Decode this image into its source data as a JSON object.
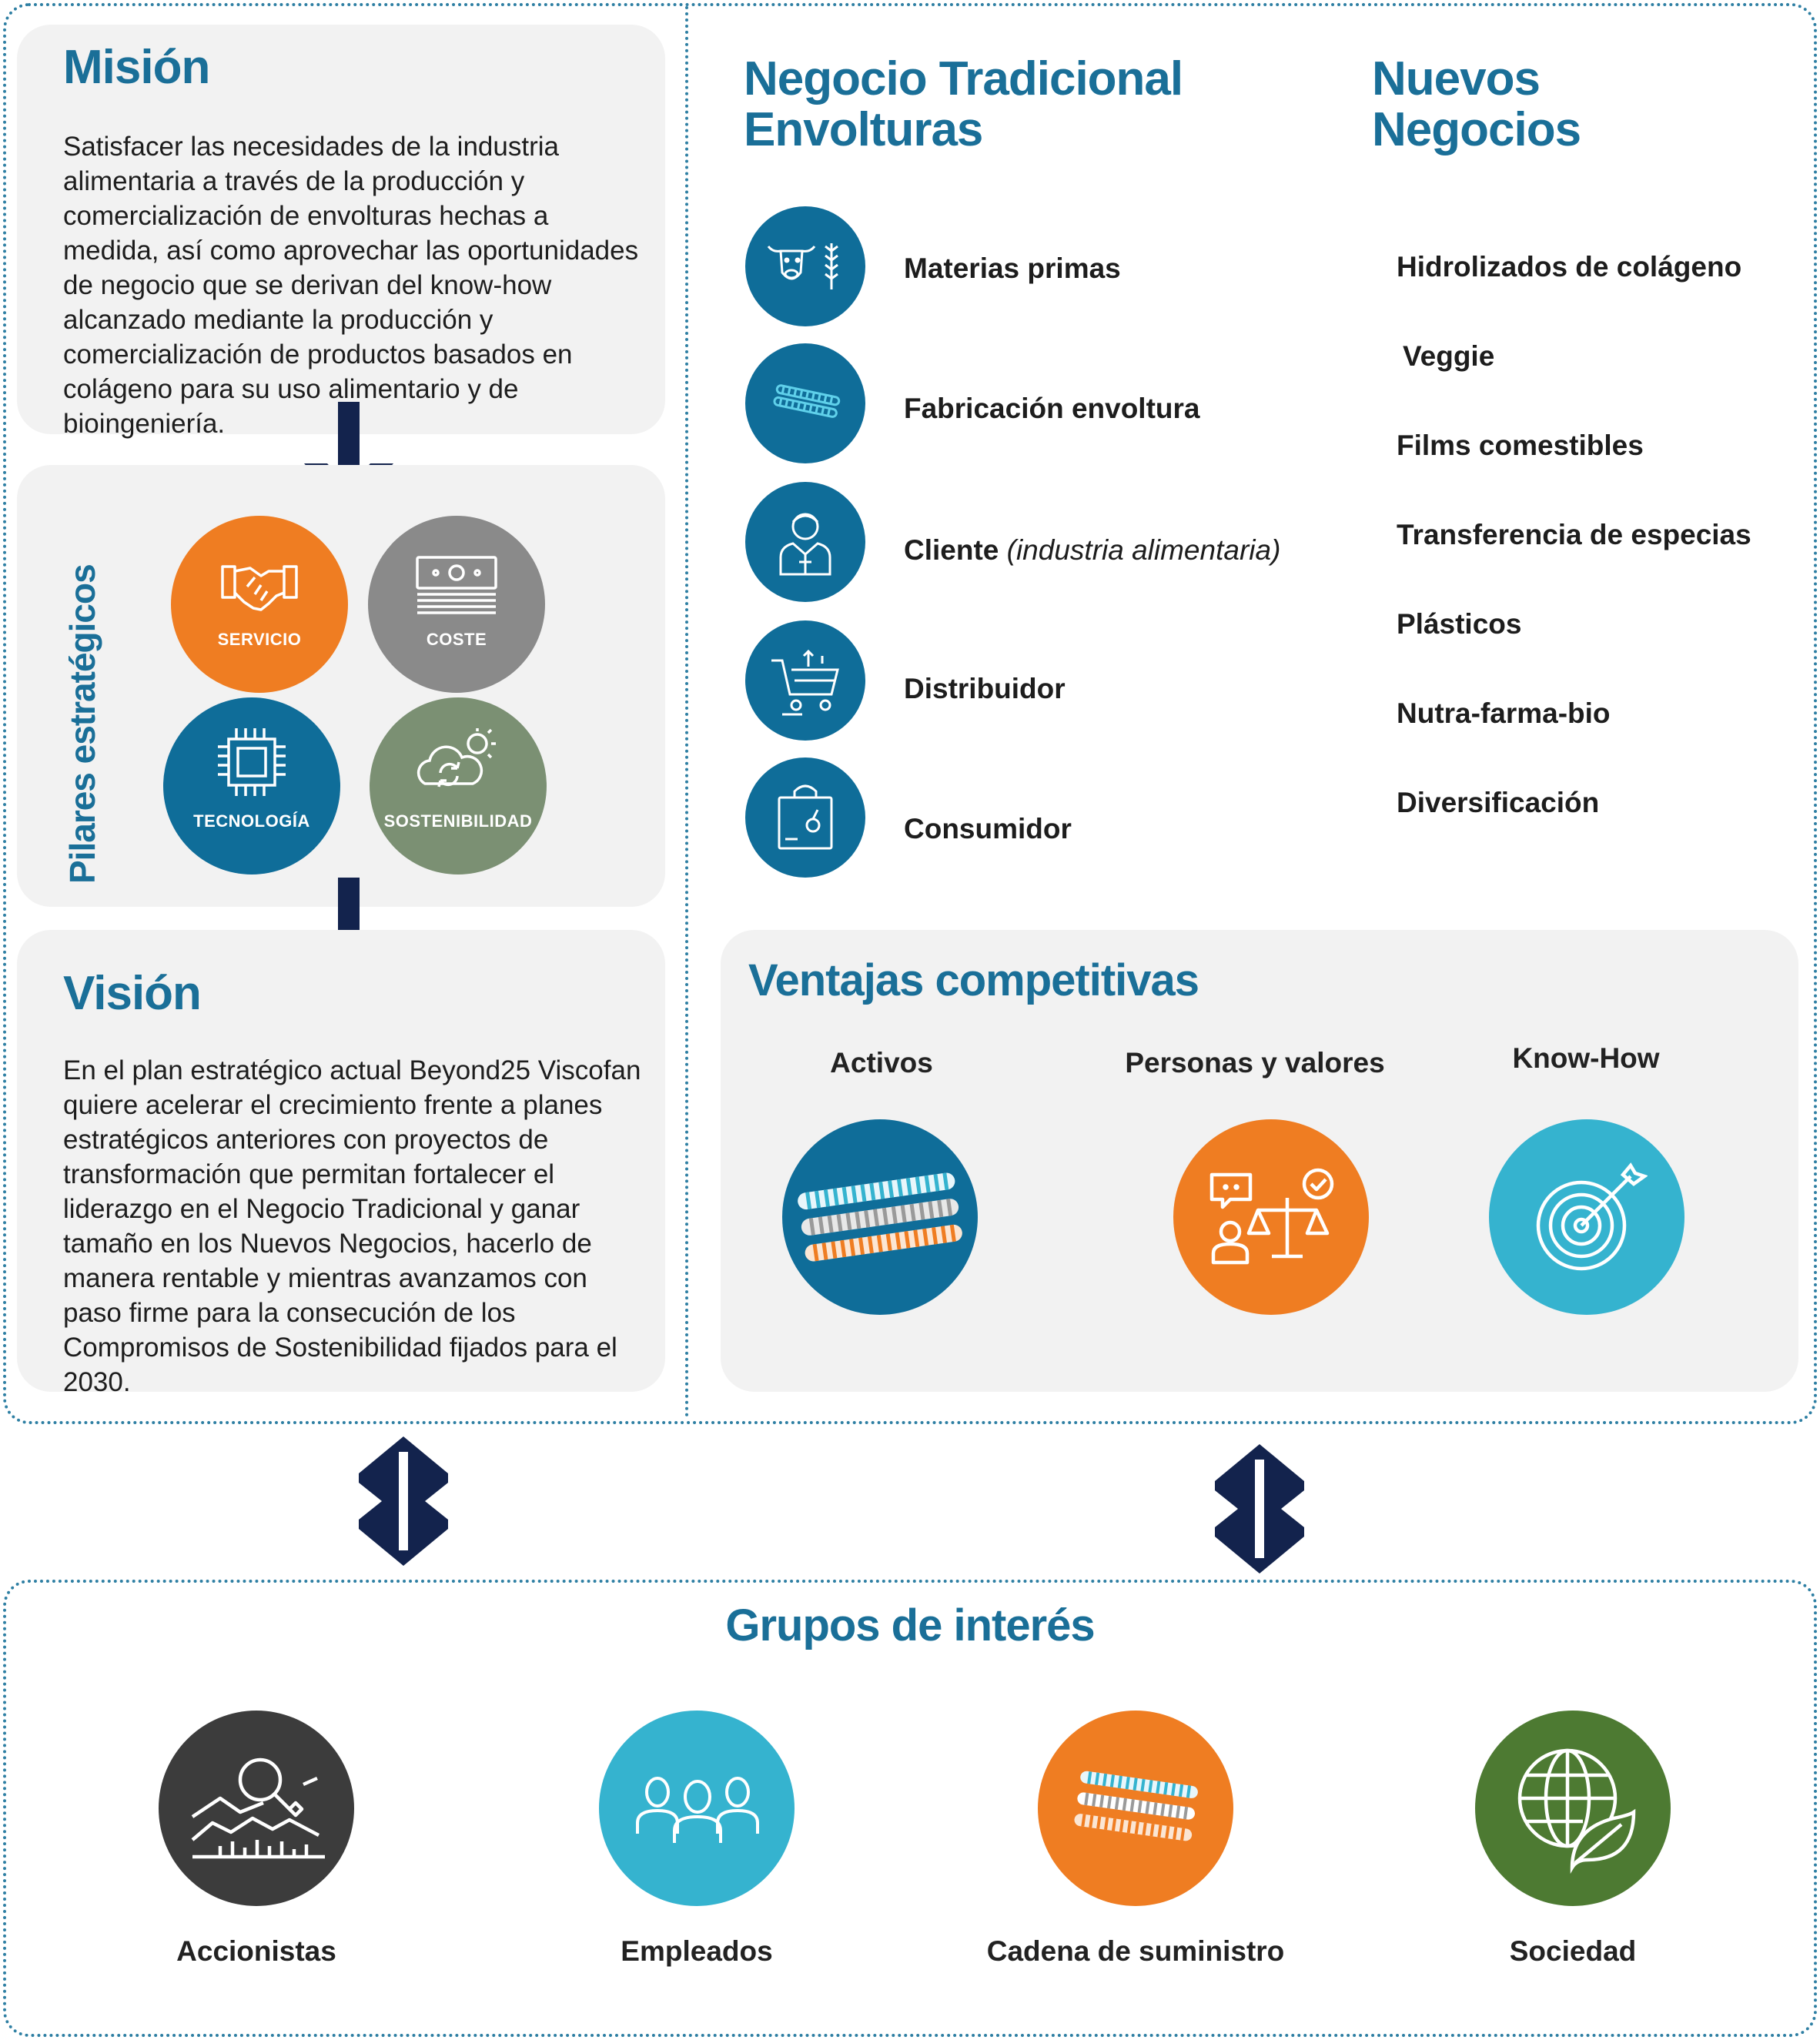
{
  "colors": {
    "blue_dark": "#0f6d99",
    "blue_light": "#35b3cf",
    "orange": "#ef7d22",
    "gray": "#8a8a8a",
    "sage": "#7b9073",
    "charcoal": "#3c3c3c",
    "green": "#4d7a32",
    "navy": "#13234d"
  },
  "mision": {
    "title": "Misión",
    "text": "Satisfacer las necesidades de la industria alimentaria a través de la producción y comercialización de envolturas hechas a medida, así como aprovechar las oportunidades de negocio que se derivan del know-how alcanzado mediante la producción y comercialización de productos basados en colágeno  para su uso alimentario y de bioingeniería."
  },
  "pilares": {
    "title": "Pilares estratégicos",
    "items": [
      {
        "label": "SERVICIO",
        "icon": "handshake-icon"
      },
      {
        "label": "COSTE",
        "icon": "banknote-icon"
      },
      {
        "label": "TECNOLOGÍA",
        "icon": "chip-icon"
      },
      {
        "label": "SOSTENIBILIDAD",
        "icon": "recycle-cloud-icon"
      }
    ]
  },
  "vision": {
    "title": "Visión",
    "text": "En el plan estratégico actual Beyond25 Viscofan quiere acelerar el crecimiento frente a planes estratégicos anteriores con proyectos de transformación que permitan fortalecer el liderazgo en el Negocio Tradicional y ganar tamaño en los Nuevos Negocios, hacerlo de manera rentable y mientras avanzamos con paso firme para la consecución de los Compromisos de Sostenibilidad fijados para el 2030."
  },
  "negocio_tradicional": {
    "title_line1": "Negocio Tradicional",
    "title_line2": "Envolturas",
    "items": [
      {
        "label": "Materias primas",
        "icon": "cow-wheat-icon"
      },
      {
        "label": "Fabricación envoltura",
        "icon": "casing-icon"
      },
      {
        "label_main": "Cliente ",
        "label_em": "(industria alimentaria)",
        "icon": "chef-icon"
      },
      {
        "label": "Distribuidor",
        "icon": "cart-icon"
      },
      {
        "label": "Consumidor",
        "icon": "shopping-bag-icon"
      }
    ]
  },
  "nuevos_negocios": {
    "title_line1": "Nuevos",
    "title_line2": "Negocios",
    "items": [
      "Hidrolizados de colágeno",
      "Veggie",
      "Films comestibles",
      "Transferencia de especias",
      "Plásticos",
      "Nutra-farma-bio",
      "Diversificación"
    ]
  },
  "ventajas": {
    "title": "Ventajas competitivas",
    "items": [
      {
        "label": "Activos",
        "icon": "casings-icon"
      },
      {
        "label": "Personas y valores",
        "icon": "people-values-icon"
      },
      {
        "label": "Know-How",
        "icon": "target-icon"
      }
    ]
  },
  "grupos": {
    "title": "Grupos de interés",
    "items": [
      {
        "label": "Accionistas",
        "icon": "chart-search-icon"
      },
      {
        "label": "Empleados",
        "icon": "people-icon"
      },
      {
        "label": "Cadena de suministro",
        "icon": "casings-icon"
      },
      {
        "label": "Sociedad",
        "icon": "globe-leaf-icon"
      }
    ]
  }
}
